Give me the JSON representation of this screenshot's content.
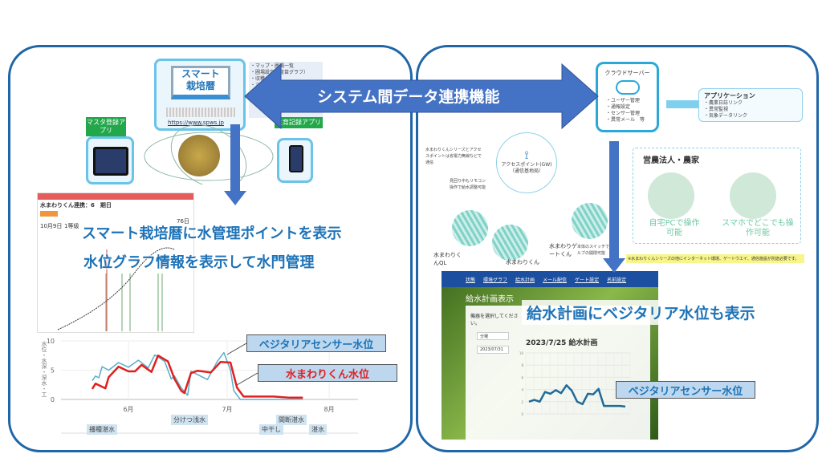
{
  "title": "システム間データ連携機能",
  "left": {
    "monitor": {
      "line1": "スマート",
      "line2": "栽培暦",
      "url": "https://www.spws.jp"
    },
    "menu_items": [
      "・マップ・圃場一覧",
      "・圃場設定（育苗グラフ）",
      "・収穫",
      "・マイ"
    ],
    "master_app": "マスタ登録アプリ",
    "growth_app": "生育記録アプリ",
    "caption1": "スマート栽培暦に水管理ポイントを表示",
    "caption2": "水位グラフ情報を表示して水門管理",
    "screen": {
      "header": "水まわりくん連携：6　期日",
      "days": "76日",
      "date": "10月9日",
      "count": "1等級"
    }
  },
  "right": {
    "cloud": {
      "title": "クラウドサーバー",
      "items": [
        "・ユーザー管理",
        "・通報設定",
        "・センサー管理",
        "・異常メール　等"
      ]
    },
    "application": {
      "title": "アプリケーション",
      "items": [
        "・農業日誌リンク",
        "・異常監視",
        "・気象データリンク"
      ]
    },
    "access_point": {
      "line1": "アクセスポイント(GW)",
      "line2": "（通信基地局）"
    },
    "note_comm": "水まわりくんシリーズとアクセスポイントは省電力無線などで通信",
    "note_remote": "見回り中もリモコン操作で給水調整可能",
    "devices": [
      "水まわりくんQL",
      "水まわりくん",
      "水まわりゲートくん"
    ],
    "device_note": "本体のスイッチでもバルブの開閉可能",
    "farmer": {
      "title": "営農法人・農家",
      "pc": "自宅PCで操作可能",
      "phone": "スマホでどこでも操作可能"
    },
    "footnote": "※水まわりくんシリーズの他にインターネット環境、ゲートウエイ、通信施設が別途必要です。",
    "webapp": {
      "nav": [
        "状態",
        "環境グラフ",
        "給水計画",
        "メール配信",
        "ゲート設定",
        "名前設定"
      ],
      "page_title": "給水計画表示",
      "prompt": "機器を選択してください。",
      "select": "分場",
      "date": "2023/07/31"
    },
    "caption": "給水計画にベジタリア水位も表示"
  },
  "colors": {
    "accent": "#1f66a8",
    "arrow": "#4472c4",
    "red_series": "#e02020",
    "blue_series": "#5aaec8",
    "callout": "#bcd7ee"
  },
  "chart_data": [
    {
      "type": "line",
      "ylabel": "水位・水深・深水・工",
      "ylim": [
        0,
        10
      ],
      "yticks": [
        0,
        5,
        10
      ],
      "xticks": [
        {
          "date": "06-01",
          "label": "6月"
        },
        {
          "date": "07-01",
          "label": "7月"
        },
        {
          "date": "08-01",
          "label": "8月"
        }
      ],
      "series": [
        {
          "name": "ベジタリアセンサー水位",
          "color": "#5aaec8",
          "points": [
            [
              "05-21",
              3.2
            ],
            [
              "05-22",
              4
            ],
            [
              "05-23",
              3.7
            ],
            [
              "05-24",
              5.6
            ],
            [
              "05-26",
              5
            ],
            [
              "05-29",
              6.3
            ],
            [
              "06-01",
              5.5
            ],
            [
              "06-04",
              6.7
            ],
            [
              "06-07",
              5.4
            ],
            [
              "06-09",
              7.6
            ],
            [
              "06-12",
              6.5
            ],
            [
              "06-14",
              3.5
            ],
            [
              "06-15",
              4
            ],
            [
              "06-17",
              2
            ],
            [
              "06-19",
              0.7
            ],
            [
              "06-20",
              4.8
            ],
            [
              "06-25",
              3.4
            ],
            [
              "06-28",
              6.5
            ],
            [
              "06-30",
              8
            ],
            [
              "07-02",
              5
            ],
            [
              "07-03",
              1.5
            ],
            [
              "07-05",
              0
            ],
            [
              "07-24",
              0
            ]
          ]
        },
        {
          "name": "水まわりくん水位",
          "color": "#e02020",
          "points": [
            [
              "05-21",
              1.8
            ],
            [
              "05-22",
              2.7
            ],
            [
              "05-25",
              1.9
            ],
            [
              "05-26",
              3.8
            ],
            [
              "05-29",
              5.6
            ],
            [
              "06-01",
              4.8
            ],
            [
              "06-03",
              4.8
            ],
            [
              "06-05",
              5.9
            ],
            [
              "06-08",
              4.7
            ],
            [
              "06-10",
              7.5
            ],
            [
              "06-13",
              6.5
            ],
            [
              "06-15",
              3.5
            ],
            [
              "06-17",
              1.5
            ],
            [
              "06-18",
              1.1
            ],
            [
              "06-20",
              4.5
            ],
            [
              "06-22",
              4.9
            ],
            [
              "06-26",
              4.6
            ],
            [
              "06-29",
              6.4
            ],
            [
              "07-02",
              6.3
            ],
            [
              "07-04",
              2
            ],
            [
              "07-06",
              0.5
            ],
            [
              "07-15",
              0.5
            ],
            [
              "07-20",
              0.3
            ],
            [
              "07-24",
              0.3
            ]
          ]
        }
      ],
      "annotations": [
        "播種湛水",
        "分けつ浅水",
        "中干し",
        "間断湛水",
        "湛水"
      ]
    },
    {
      "type": "line",
      "title": "2023/7/25 給水計画",
      "ylim": [
        0,
        10
      ],
      "yticks": [
        0,
        2,
        4,
        6,
        8,
        10
      ],
      "series": [
        {
          "name": "ベジタリアセンサー水位",
          "color": "#1f6a9a",
          "values": [
            2,
            2.3,
            2,
            3.6,
            3.3,
            3.9,
            3.4,
            4.7,
            3.8,
            2,
            1.6,
            3.3,
            3.2,
            4.1,
            1.3,
            1.3,
            1.3,
            1.3,
            1.2
          ]
        }
      ]
    }
  ]
}
